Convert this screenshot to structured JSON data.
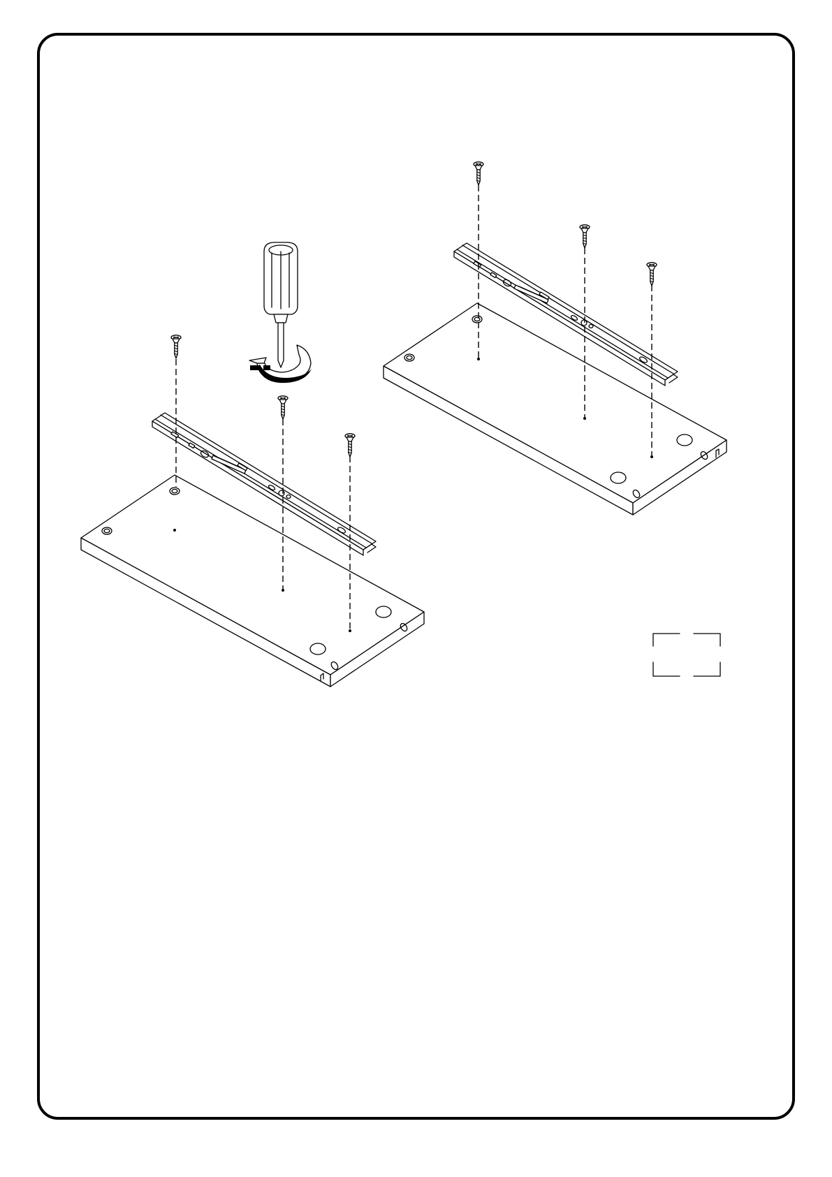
{
  "diagram": {
    "type": "assembly-instruction",
    "line_color": "#000000",
    "background_color": "#ffffff",
    "icons": [
      "screwdriver-icon",
      "rotation-arrow-icon",
      "screw-icon",
      "drawer-slide-rail",
      "drawer-side-panel",
      "quantity-box"
    ],
    "assemblies": [
      {
        "name": "left",
        "screws": 3,
        "rail": 1,
        "panel": 1,
        "tool": "screwdriver"
      },
      {
        "name": "right",
        "screws": 3,
        "rail": 1,
        "panel": 1
      }
    ],
    "quantity_box": {
      "text": ""
    }
  }
}
